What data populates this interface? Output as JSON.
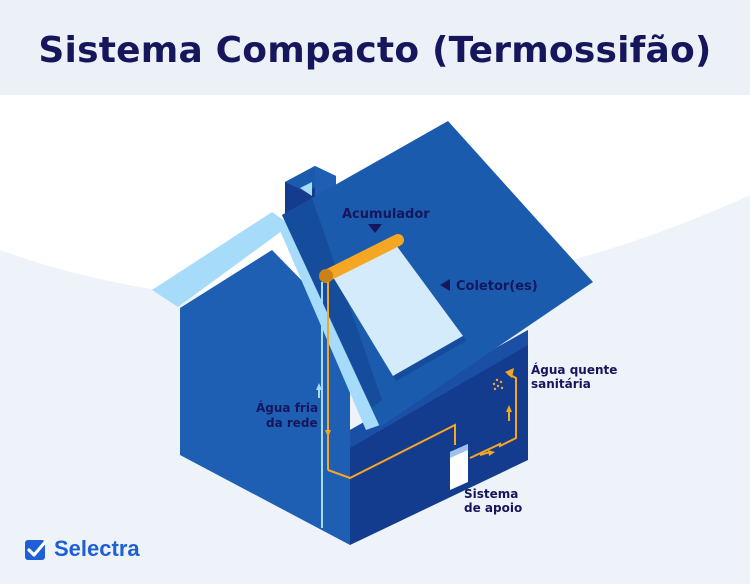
{
  "title": "Sistema Compacto (Termossifão)",
  "labels": {
    "acumulador": "Acumulador",
    "coletor": "Coletor(es)",
    "agua_quente_1": "Água quente",
    "agua_quente_2": "sanitária",
    "agua_fria_1": "Água fria",
    "agua_fria_2": "da rede",
    "sistema_1": "Sistema",
    "sistema_2": "de apoio"
  },
  "brand": {
    "name": "Selectra",
    "color": "#1E5FD6"
  },
  "colors": {
    "navy": "#16165C",
    "roof": "#1B5BAD",
    "wall_side": "#1E5FB3",
    "wall_dark": "#133C8E",
    "pipe": "#F5A623",
    "light_blue": "#A7DBFA"
  }
}
